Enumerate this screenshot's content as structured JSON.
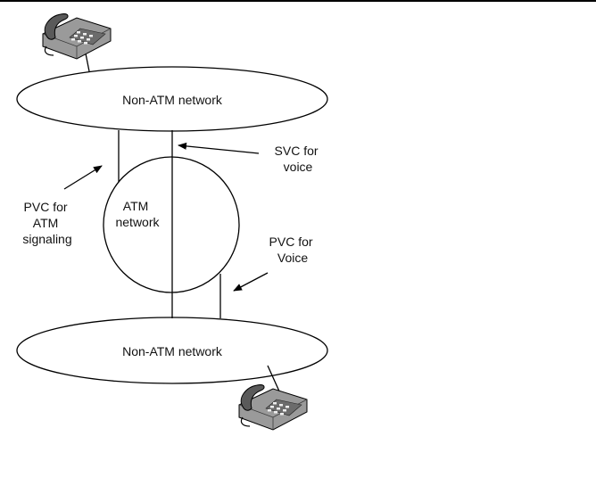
{
  "diagram": {
    "top_network_label": "Non-ATM network",
    "bottom_network_label": "Non-ATM network",
    "atm_network_label": [
      "ATM",
      "network"
    ],
    "svc_voice_label": [
      "SVC for",
      "voice"
    ],
    "pvc_signaling_label": [
      "PVC for",
      "ATM",
      "signaling"
    ],
    "pvc_voice_label": [
      "PVC for",
      "Voice"
    ],
    "icons": [
      "telephone-icon",
      "telephone-icon"
    ],
    "colors": {
      "stroke": "#000000",
      "phone_body": "#9a9a9a",
      "phone_shadow": "#5a5a5a",
      "background": "#ffffff"
    }
  }
}
